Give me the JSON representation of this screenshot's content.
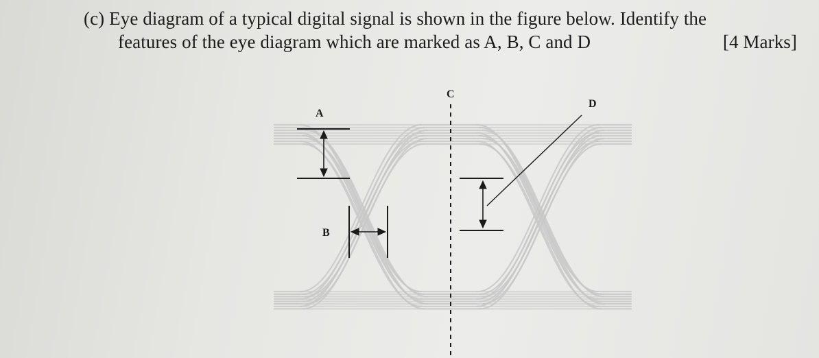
{
  "question": {
    "prefix": "(c)",
    "line1_text": "Eye diagram of a typical digital signal is shown in the figure below. Identify the",
    "line2_text": "features of the eye diagram which are marked as A, B, C and D",
    "marks": "[4 Marks]"
  },
  "figure": {
    "labels": {
      "a": "A",
      "b": "B",
      "c": "C",
      "d": "D"
    },
    "trace_color": "#c8c8c8",
    "marker_color": "#1b1b1b"
  }
}
